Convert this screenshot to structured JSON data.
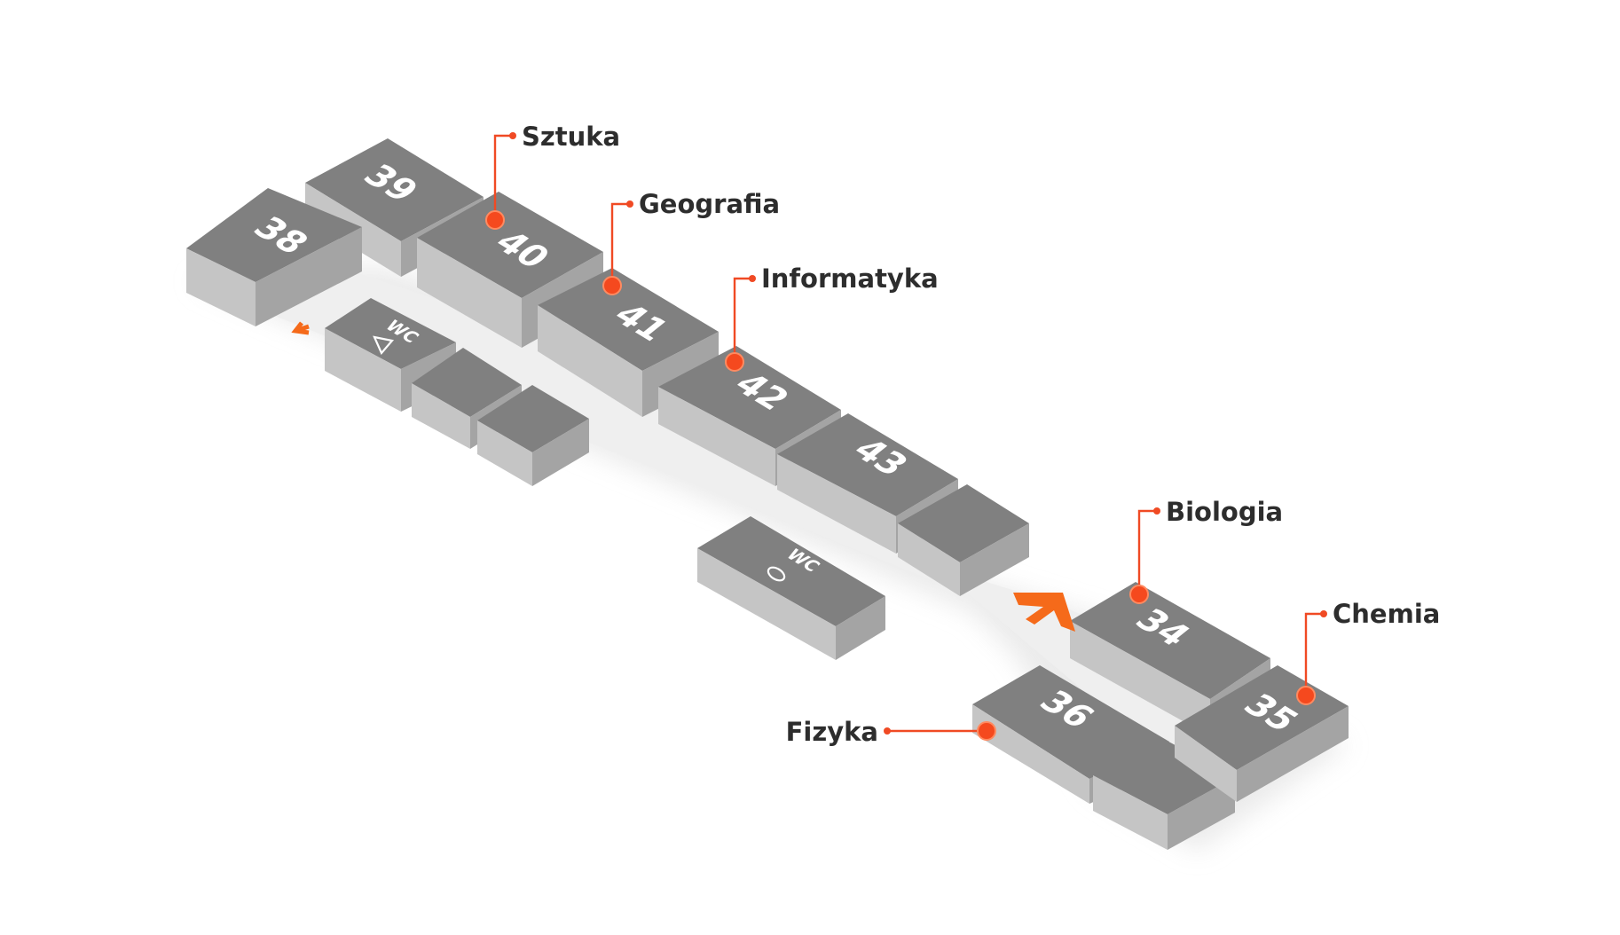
{
  "rooms": [
    {
      "id": "38",
      "label": "38"
    },
    {
      "id": "39",
      "label": "39"
    },
    {
      "id": "40",
      "label": "40"
    },
    {
      "id": "41",
      "label": "41"
    },
    {
      "id": "42",
      "label": "42"
    },
    {
      "id": "43",
      "label": "43"
    },
    {
      "id": "34",
      "label": "34"
    },
    {
      "id": "35",
      "label": "35"
    },
    {
      "id": "36",
      "label": "36"
    }
  ],
  "wc": {
    "label": "WC"
  },
  "subjects": [
    {
      "name": "Sztuka",
      "room": "40"
    },
    {
      "name": "Geografia",
      "room": "41"
    },
    {
      "name": "Informatyka",
      "room": "42"
    },
    {
      "name": "Biologia",
      "room": "34"
    },
    {
      "name": "Chemia",
      "room": "35"
    },
    {
      "name": "Fizyka",
      "room": "36"
    }
  ],
  "colors": {
    "accent": "#f04a24",
    "arrow": "#f56a1a",
    "room_top": "#808080",
    "room_side_light": "#c5c5c5",
    "room_side_dark": "#a4a4a4",
    "floor": "#efefef"
  },
  "icons": [
    "exit-arrow-icon",
    "female-wc-icon",
    "male-wc-icon",
    "location-pin-icon"
  ]
}
